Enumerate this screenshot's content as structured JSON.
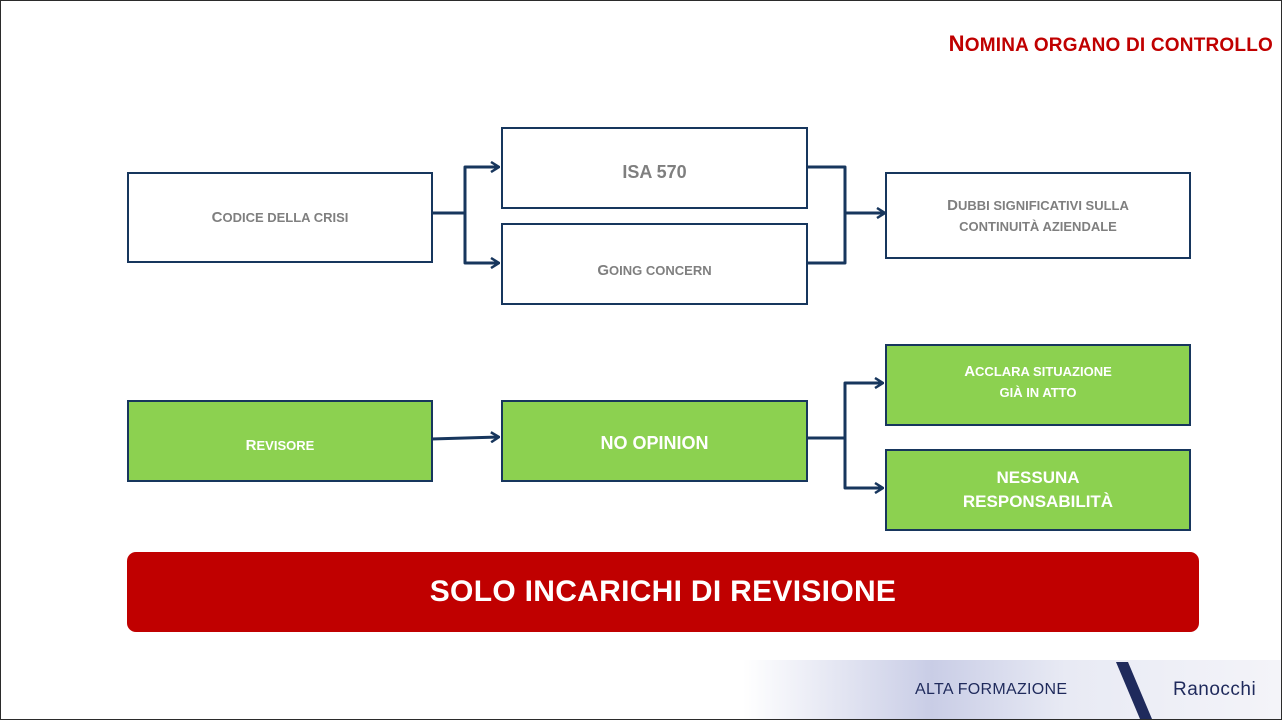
{
  "title": {
    "first": "N",
    "rest": "OMINA ORGANO DI CONTROLLO"
  },
  "row1": {
    "codice": {
      "first": "C",
      "rest": "ODICE DELLA CRISI"
    },
    "isa": "ISA 570",
    "going": {
      "first": "G",
      "rest": "OING CONCERN"
    },
    "dubbi": {
      "first": "D",
      "line1": "UBBI SIGNIFICATIVI SULLA",
      "line2": "CONTINUITÀ AZIENDALE"
    }
  },
  "row2": {
    "revisore": {
      "first": "R",
      "rest": "EVISORE"
    },
    "noopinion": "NO OPINION",
    "acclara": {
      "first": "A",
      "line1": "CCLARA SITUAZIONE",
      "line2": "GIÀ IN ATTO"
    },
    "nessuna": {
      "line1": "NESSUNA",
      "line2": "RESPONSABILITÀ"
    }
  },
  "banner": "SOLO INCARICHI DI REVISIONE",
  "footer": {
    "tagline": "ALTA FORMAZIONE",
    "logo": "Ranocchi"
  },
  "colors": {
    "title_red": "#c00000",
    "border_navy": "#17365d",
    "green": "#8cd150",
    "grey_text": "#7f7f7f"
  }
}
